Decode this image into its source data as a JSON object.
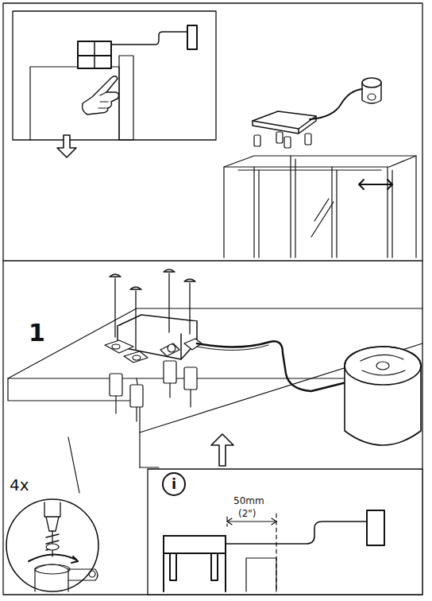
{
  "diagram": {
    "nodes": [
      {
        "text": [
          "i"
        ]
      }
    ],
    "labels": [
      "1",
      "4x",
      "50mm",
      "(2\")"
    ]
  }
}
